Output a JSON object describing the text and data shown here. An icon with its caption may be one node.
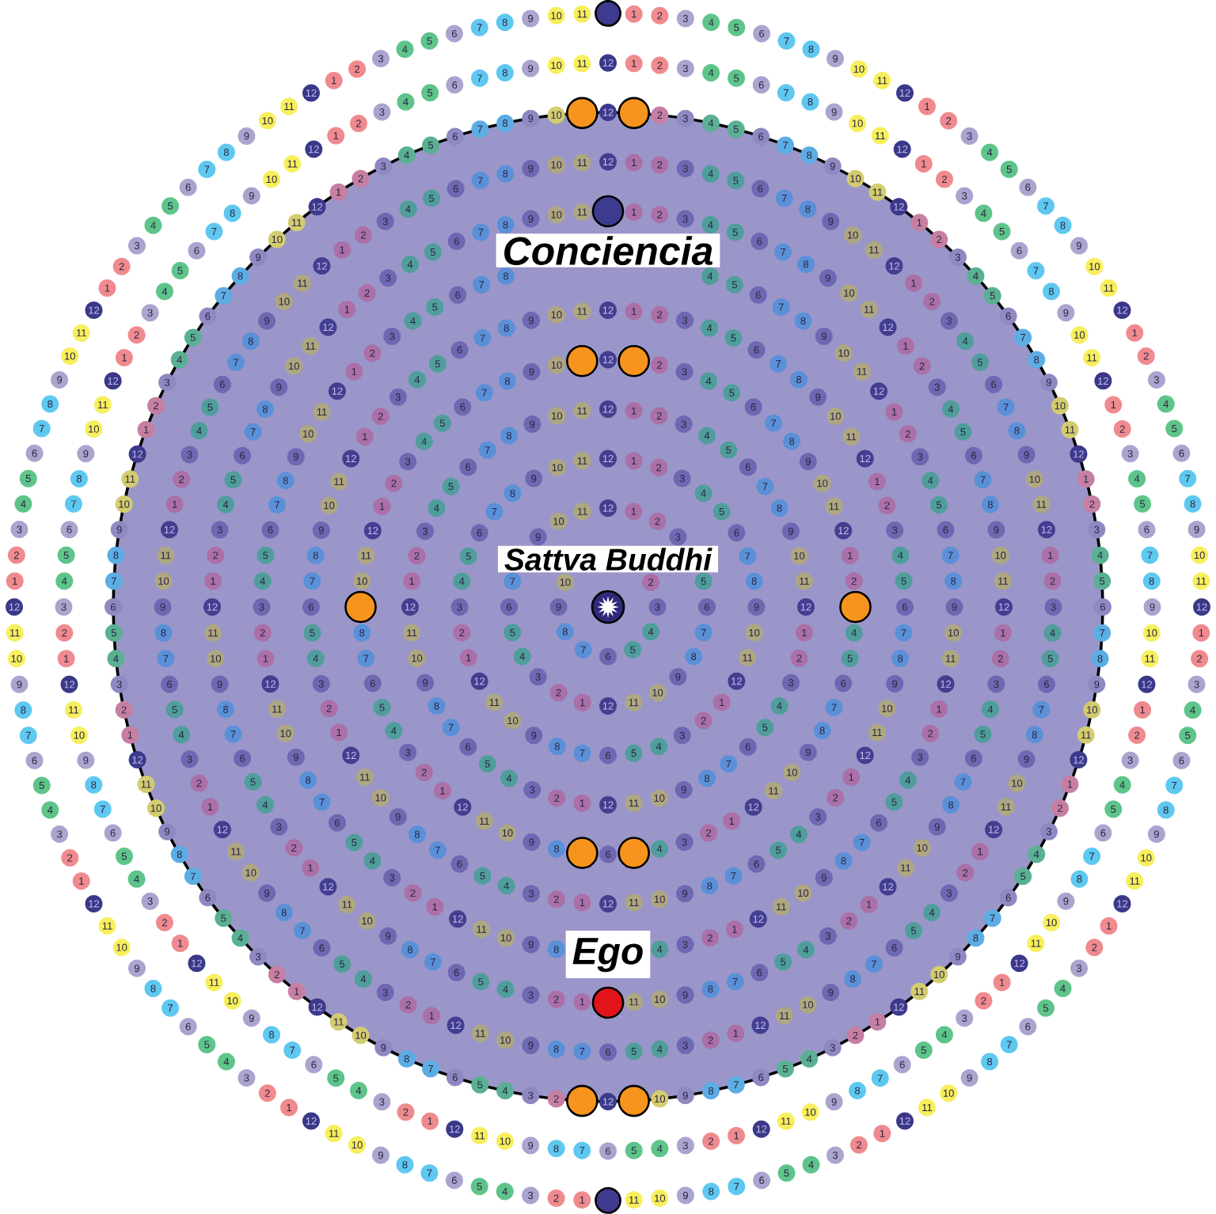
{
  "diagram": {
    "nodes": [
      {
        "text": [
          "Conciencia"
        ]
      },
      {
        "text": [
          "Sattva Buddhi"
        ]
      },
      {
        "text": [
          "Ego"
        ]
      }
    ],
    "labels": [
      "2",
      "3",
      "4",
      "5",
      "6",
      "7",
      "8",
      "9",
      "10",
      "1",
      "2",
      "3",
      "5",
      "6",
      "7",
      "8",
      "9",
      "10",
      "11",
      "12",
      "1",
      "2",
      "3",
      "4",
      "5",
      "6",
      "7",
      "9",
      "10",
      "11",
      "12",
      "1",
      "2",
      "3",
      "4",
      "5",
      "6",
      "7",
      "8",
      "9",
      "10",
      "11",
      "12",
      "1",
      "2",
      "3",
      "4",
      "5",
      "6",
      "7",
      "8",
      "9",
      "10",
      "11",
      "12",
      "1",
      "2",
      "3",
      "4",
      "5",
      "6",
      "7",
      "8",
      "9",
      "10",
      "11",
      "12",
      "1",
      "2",
      "3",
      "4",
      "5",
      "6",
      "7",
      "8",
      "9",
      "10",
      "11",
      "12",
      "1",
      "2",
      "3",
      "4",
      "5",
      "6",
      "7",
      "8",
      "9",
      "10",
      "11",
      "12",
      "1",
      "2",
      "3",
      "4",
      "5",
      "6",
      "7",
      "8",
      "9",
      "10",
      "11",
      "12",
      "1",
      "2",
      "3",
      "4",
      "5",
      "6",
      "7",
      "8",
      "9",
      "10",
      "11",
      "12",
      "2",
      "3",
      "4",
      "5",
      "6",
      "7",
      "8",
      "9",
      "10",
      "11",
      "12",
      "1",
      "2",
      "4",
      "5",
      "6",
      "7",
      "8",
      "9",
      "10",
      "11",
      "12",
      "1",
      "2",
      "3",
      "4",
      "6",
      "8",
      "9",
      "10",
      "11",
      "12",
      "1",
      "2",
      "3",
      "4",
      "5",
      "6",
      "7",
      "8",
      "10",
      "11",
      "12",
      "1",
      "2",
      "3",
      "4",
      "5",
      "6",
      "7",
      "8",
      "9",
      "10",
      "12",
      "1",
      "2",
      "3",
      "4",
      "5",
      "6",
      "7",
      "8",
      "9",
      "10",
      "11",
      "12",
      "1",
      "2",
      "3",
      "4",
      "5",
      "6",
      "7",
      "8",
      "9",
      "10",
      "11",
      "12",
      "1",
      "2",
      "3",
      "4",
      "5",
      "6",
      "7",
      "8",
      "9",
      "10",
      "11",
      "12",
      "1",
      "2",
      "3",
      "4",
      "5",
      "6",
      "7",
      "8",
      "9",
      "10",
      "11",
      "12",
      "1",
      "2",
      "3",
      "4",
      "5",
      "6",
      "7",
      "8",
      "9",
      "10",
      "11",
      "12",
      "1",
      "2",
      "3",
      "4",
      "5",
      "6",
      "7",
      "8",
      "9",
      "10",
      "11",
      "12",
      "4",
      "5",
      "6",
      "7",
      "8",
      "9",
      "10",
      "11",
      "12",
      "1",
      "2",
      "3",
      "4",
      "5",
      "6",
      "7",
      "8",
      "9",
      "10",
      "11",
      "12",
      "1",
      "2",
      "3",
      "4",
      "5",
      "6",
      "7",
      "8",
      "9",
      "10",
      "11",
      "12",
      "1",
      "2",
      "3",
      "4",
      "8",
      "9",
      "10",
      "11",
      "12",
      "1",
      "2",
      "3",
      "4",
      "5",
      "6",
      "7",
      "8",
      "9",
      "10",
      "11",
      "12",
      "1",
      "2",
      "3",
      "4",
      "5",
      "6",
      "7",
      "8",
      "9",
      "10",
      "11",
      "12",
      "1",
      "2",
      "3",
      "4",
      "5",
      "6",
      "7",
      "8",
      "1",
      "2",
      "3",
      "4",
      "5",
      "6",
      "7",
      "8",
      "9",
      "10",
      "11",
      "12",
      "1",
      "2",
      "3",
      "4",
      "5",
      "6",
      "7",
      "8",
      "9",
      "10",
      "11",
      "12",
      "1",
      "2",
      "3",
      "4",
      "5",
      "6",
      "7",
      "8",
      "9",
      "10",
      "11",
      "12",
      "1",
      "2",
      "3",
      "4",
      "5",
      "6",
      "7",
      "8",
      "9",
      "10",
      "11",
      "1",
      "2",
      "3",
      "4",
      "5",
      "6",
      "7",
      "8",
      "9",
      "10",
      "11",
      "12",
      "1",
      "2",
      "3",
      "4",
      "5",
      "6",
      "7",
      "8",
      "9",
      "10",
      "11",
      "12",
      "1",
      "2",
      "3",
      "4",
      "5",
      "6",
      "7",
      "8",
      "9",
      "10",
      "11",
      "12",
      "1",
      "2",
      "3",
      "4",
      "5",
      "6",
      "7",
      "8",
      "9",
      "10",
      "11",
      "1",
      "2",
      "3",
      "4",
      "5",
      "6",
      "7",
      "8",
      "9",
      "10",
      "11",
      "12",
      "1",
      "2",
      "3",
      "4",
      "5",
      "6",
      "7",
      "8",
      "9",
      "10",
      "11",
      "12",
      "1",
      "2",
      "3",
      "4",
      "5",
      "6",
      "7",
      "8",
      "9",
      "10",
      "11",
      "12",
      "1",
      "2",
      "3",
      "4",
      "5",
      "6",
      "7",
      "8",
      "9",
      "10",
      "11",
      "12",
      "1",
      "2",
      "3",
      "4",
      "5",
      "6",
      "7",
      "8",
      "9",
      "10",
      "11",
      "12",
      "1",
      "2",
      "3",
      "4",
      "5",
      "6",
      "7",
      "8",
      "9",
      "10",
      "11",
      "12",
      "1",
      "2",
      "3",
      "4",
      "5",
      "6",
      "7",
      "8",
      "9",
      "10",
      "11",
      "12",
      "1",
      "2",
      "3",
      "4",
      "5",
      "6",
      "7",
      "8",
      "9",
      "10",
      "11",
      "12",
      "1",
      "2",
      "3",
      "4",
      "5",
      "6",
      "7",
      "8",
      "9",
      "10",
      "11",
      "12",
      "2",
      "3",
      "4",
      "5",
      "6",
      "7",
      "8",
      "9",
      "10",
      "11",
      "12",
      "1",
      "2",
      "3",
      "4",
      "5",
      "6",
      "7",
      "8",
      "9",
      "10",
      "11",
      "12",
      "1",
      "2",
      "3",
      "4",
      "5",
      "6",
      "7",
      "8",
      "9",
      "10",
      "11",
      "12",
      "1",
      "2",
      "3",
      "4",
      "5",
      "6",
      "7",
      "8",
      "9",
      "10",
      "11",
      "12",
      "1",
      "2",
      "3",
      "4",
      "5",
      "6",
      "7",
      "8",
      "9",
      "10",
      "12",
      "2",
      "3",
      "4",
      "5",
      "6",
      "7",
      "8",
      "9",
      "10",
      "11",
      "12",
      "1",
      "2",
      "3",
      "4",
      "5",
      "6",
      "7",
      "8",
      "9",
      "10",
      "11",
      "12",
      "1",
      "2",
      "3",
      "4",
      "5",
      "6",
      "7",
      "8",
      "9",
      "10",
      "11",
      "12",
      "1",
      "2",
      "3",
      "4",
      "5",
      "6",
      "7",
      "8",
      "9",
      "10",
      "11",
      "12",
      "1",
      "2",
      "3",
      "4",
      "5",
      "6",
      "7",
      "8",
      "9",
      "10",
      "12",
      "1",
      "2",
      "3",
      "4",
      "5",
      "6",
      "7",
      "8",
      "9",
      "10",
      "11",
      "12",
      "1",
      "2",
      "3",
      "4",
      "5",
      "6",
      "7",
      "8",
      "9",
      "10",
      "11",
      "12",
      "1",
      "2",
      "3",
      "4",
      "5",
      "6",
      "7",
      "8",
      "9",
      "10",
      "11",
      "12",
      "1",
      "2",
      "3",
      "4",
      "5",
      "6",
      "7",
      "8",
      "9",
      "10",
      "11",
      "12",
      "1",
      "2",
      "3",
      "4",
      "5",
      "6",
      "7",
      "8",
      "9",
      "10",
      "11",
      "12",
      "1",
      "2",
      "3",
      "4",
      "5",
      "6",
      "7",
      "8",
      "9",
      "10",
      "11",
      "12",
      "1",
      "2",
      "3",
      "4",
      "5",
      "6",
      "7",
      "8",
      "9",
      "10",
      "11",
      "12",
      "1",
      "2",
      "3",
      "4",
      "5",
      "6",
      "7",
      "8",
      "9",
      "10",
      "11",
      "12",
      "1",
      "2",
      "3",
      "4",
      "5",
      "6",
      "7",
      "8",
      "9",
      "10",
      "11",
      "12",
      "1",
      "2",
      "3",
      "4",
      "5",
      "6",
      "7",
      "8",
      "9",
      "10",
      "11",
      "12",
      "1",
      "2",
      "3",
      "4",
      "5",
      "6",
      "7",
      "8",
      "9",
      "10",
      "11",
      "12",
      "1",
      "2",
      "3",
      "4",
      "5",
      "6",
      "7",
      "8",
      "9",
      "10",
      "11",
      "12",
      "1",
      "2",
      "3",
      "4",
      "5",
      "6",
      "7",
      "8",
      "9",
      "10",
      "11",
      "12",
      "1",
      "2",
      "3",
      "4",
      "5",
      "6",
      "7",
      "8",
      "9",
      "10",
      "11",
      "12",
      "1",
      "2",
      "3",
      "4",
      "5",
      "6",
      "7",
      "8",
      "9",
      "10",
      "11",
      "12",
      "1",
      "2",
      "3",
      "4",
      "5",
      "6",
      "7",
      "8",
      "9",
      "10",
      "11",
      "12",
      "1",
      "2",
      "3",
      "4",
      "5",
      "6",
      "7",
      "8",
      "9",
      "10",
      "11",
      "1",
      "2",
      "3",
      "4",
      "5",
      "6",
      "7",
      "8",
      "9",
      "10",
      "11",
      "12",
      "1",
      "2",
      "3",
      "4",
      "5",
      "6",
      "7",
      "8",
      "9",
      "10",
      "11",
      "12",
      "1",
      "2",
      "3",
      "4",
      "5",
      "6",
      "7",
      "8",
      "9",
      "10",
      "11",
      "12",
      "1",
      "2",
      "3",
      "4",
      "5",
      "6",
      "7",
      "8",
      "9",
      "10",
      "11",
      "12",
      "1",
      "2",
      "3",
      "4",
      "5",
      "6",
      "7",
      "8",
      "9",
      "10",
      "11",
      "12",
      "1",
      "2",
      "3",
      "4",
      "5",
      "6",
      "7",
      "8",
      "9",
      "10",
      "11"
    ]
  }
}
